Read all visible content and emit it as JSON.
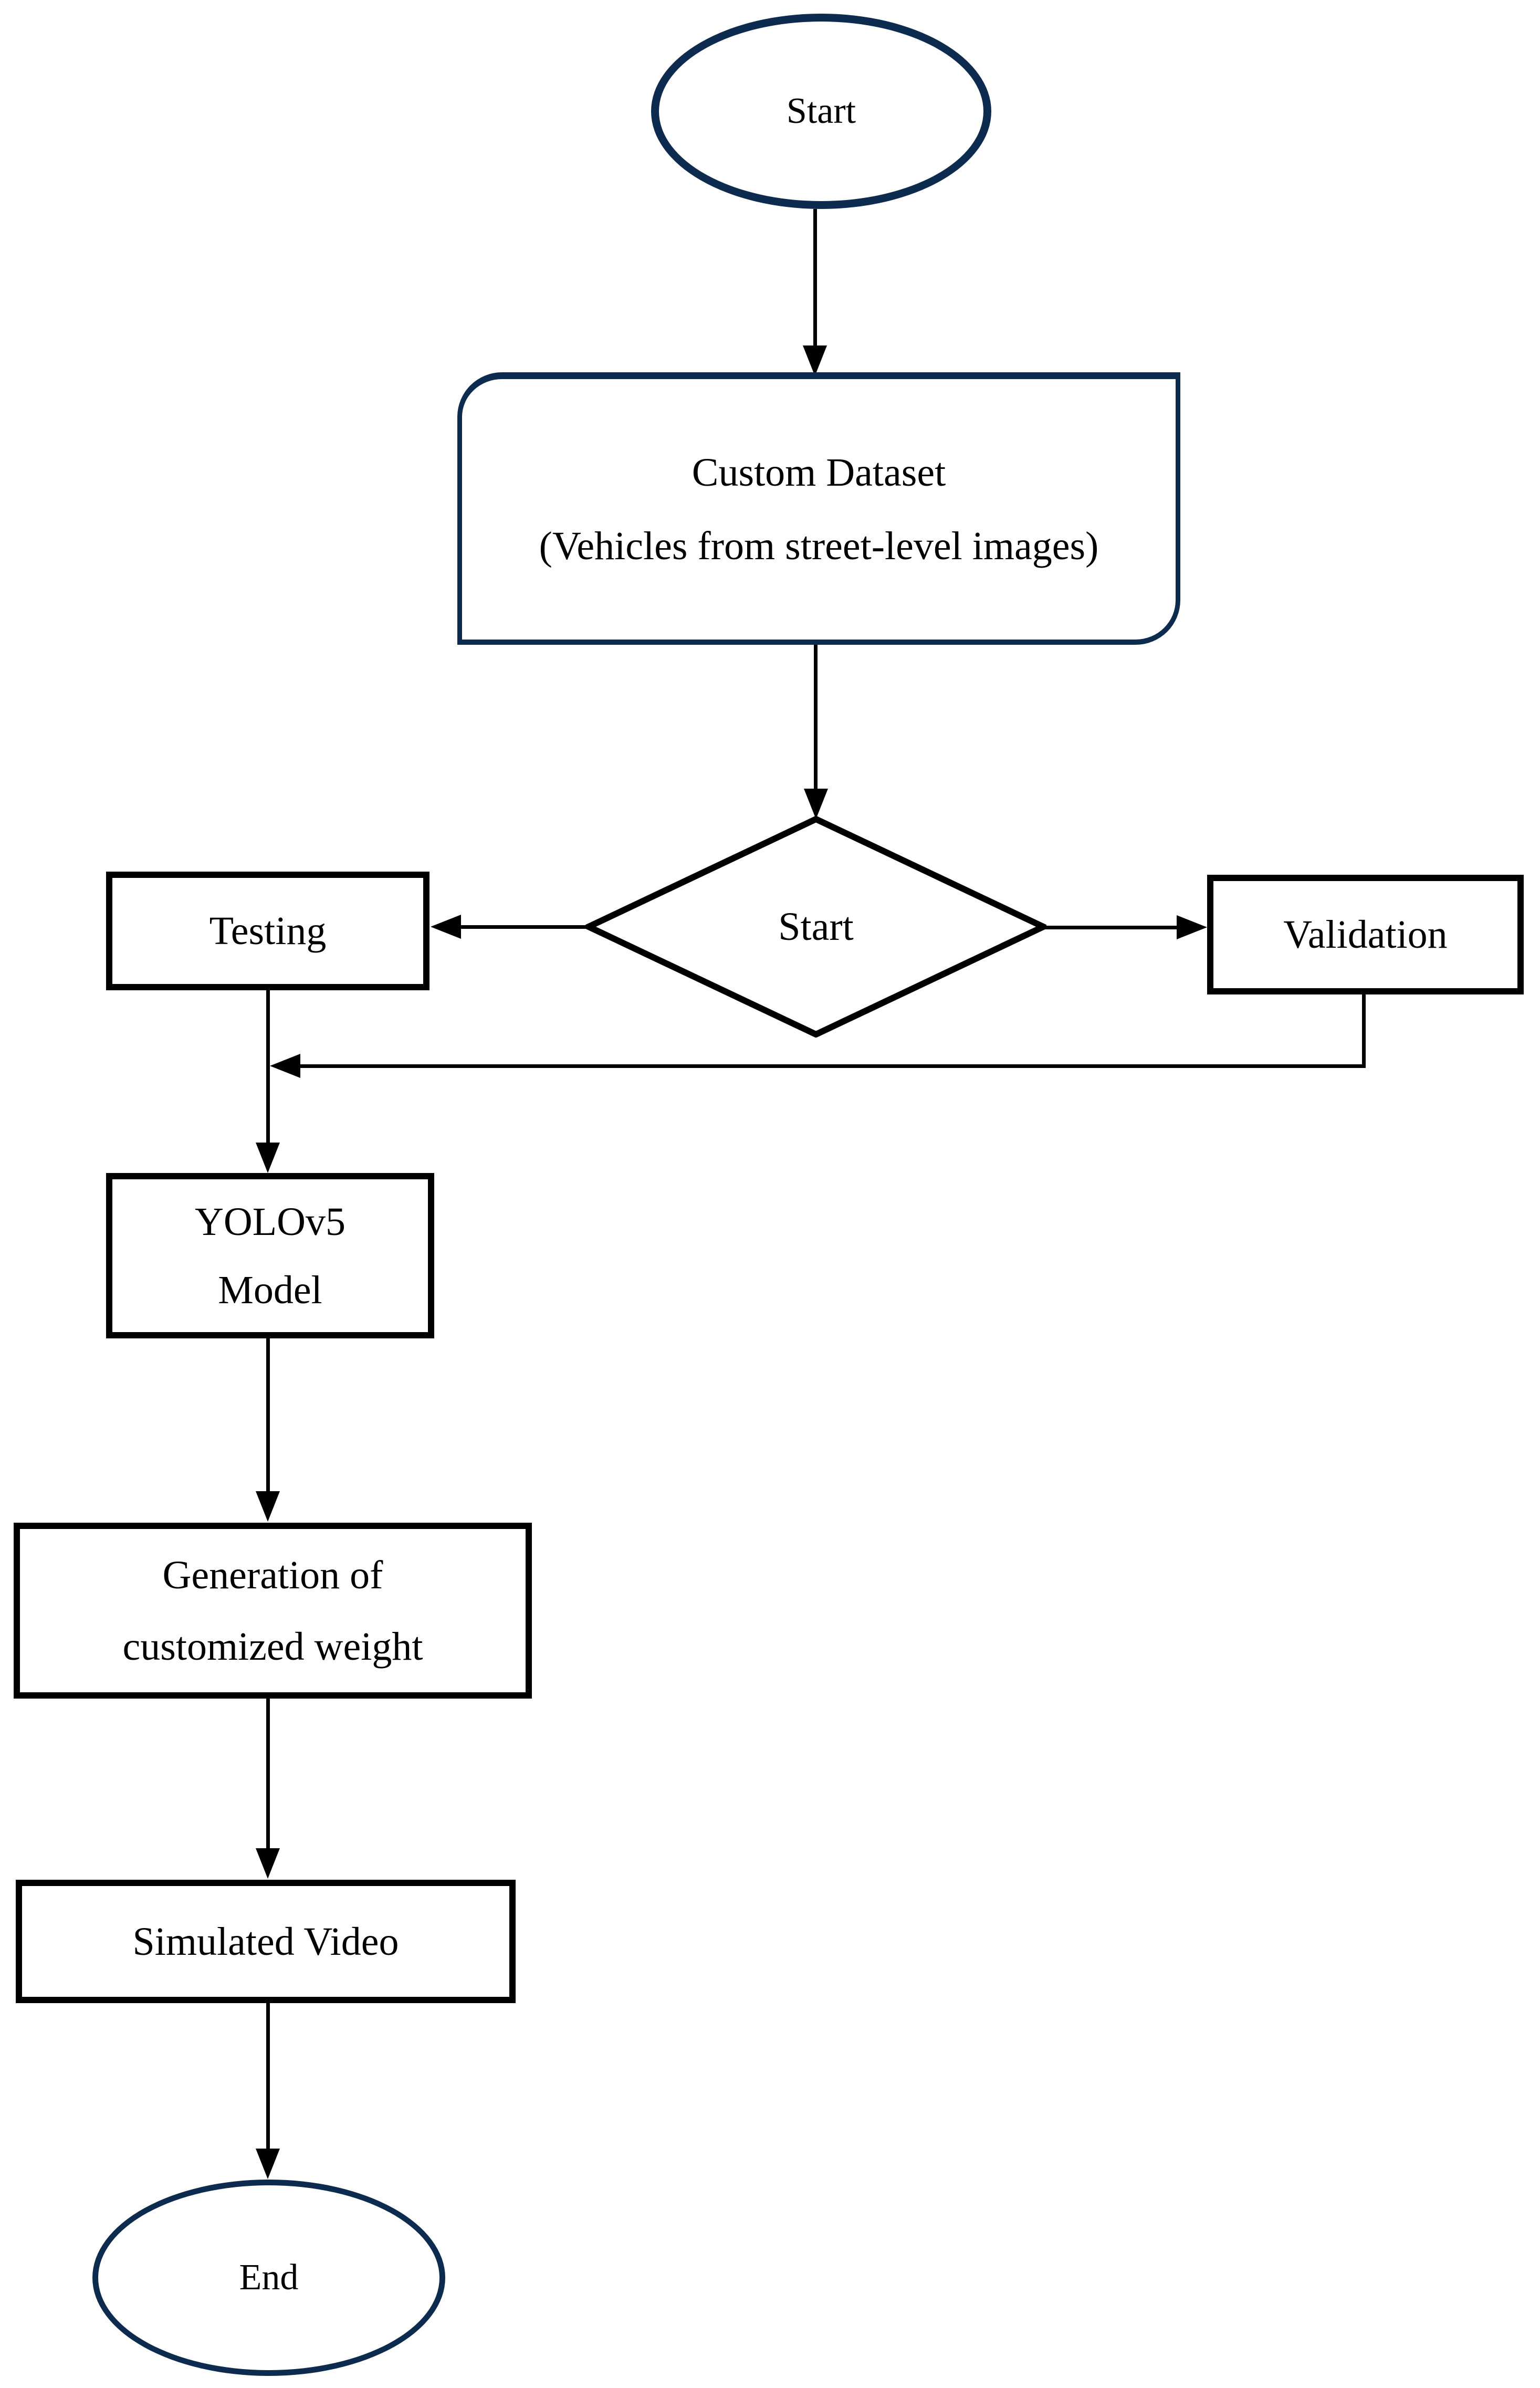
{
  "colors": {
    "accent_navy": "#0c2b4e",
    "line_black": "#000000",
    "background": "#ffffff"
  },
  "nodes": {
    "start": {
      "shape": "ellipse",
      "label": "Start"
    },
    "custom_dataset": {
      "shape": "rounded-process",
      "line1": "Custom Dataset",
      "line2": "(Vehicles from street-level images)"
    },
    "decision": {
      "shape": "diamond",
      "label": "Start"
    },
    "testing": {
      "shape": "rectangle",
      "label": "Testing"
    },
    "validation": {
      "shape": "rectangle",
      "label": "Validation"
    },
    "yolov5_model": {
      "shape": "rectangle",
      "line1": "YOLOv5",
      "line2": "Model"
    },
    "generation": {
      "shape": "rectangle",
      "line1": "Generation of",
      "line2": "customized weight"
    },
    "simulated_video": {
      "shape": "rectangle",
      "label": "Simulated Video"
    },
    "end": {
      "shape": "ellipse",
      "label": "End"
    }
  },
  "edges": [
    {
      "from": "start",
      "to": "custom_dataset",
      "direction": "down"
    },
    {
      "from": "custom_dataset",
      "to": "decision",
      "direction": "down"
    },
    {
      "from": "decision",
      "to": "testing",
      "direction": "left"
    },
    {
      "from": "decision",
      "to": "validation",
      "direction": "right"
    },
    {
      "from": "testing",
      "to": "yolov5_model",
      "direction": "down"
    },
    {
      "from": "validation",
      "to": "yolov5_model",
      "direction": "down-left-merge"
    },
    {
      "from": "yolov5_model",
      "to": "generation",
      "direction": "down"
    },
    {
      "from": "generation",
      "to": "simulated_video",
      "direction": "down"
    },
    {
      "from": "simulated_video",
      "to": "end",
      "direction": "down"
    }
  ]
}
